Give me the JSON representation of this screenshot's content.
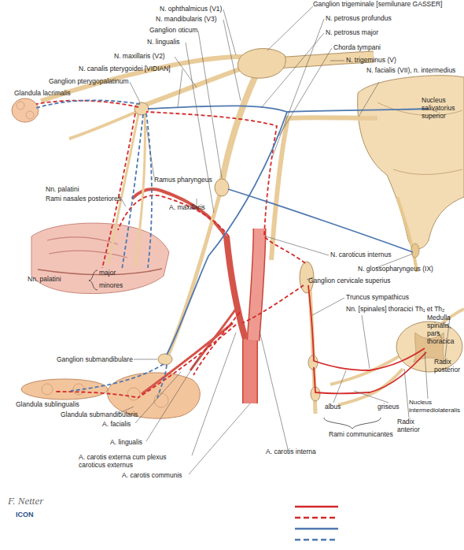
{
  "diagram": {
    "labels": [
      "Ganglion trigeminale [semilunare GASSER]",
      "N. ophthalmicus (V1)",
      "N. mandibularis (V3)",
      "N. petrosus profundus",
      "Ganglion oticum",
      "N. petrosus major",
      "N. lingualis",
      "Chorda tympani",
      "N. maxillaris (V2)",
      "N. trigeminus (V)",
      "N. canalis pterygoidei [VIDIAN]",
      "N. facialis (VII), n. intermedius",
      "Ganglion pterygopalatinum",
      "Glandula lacrimalis",
      "Nucleus salivatorius superior",
      "Ramus pharyngeus",
      "Nn. palatini",
      "Rami nasales posteriores",
      "A. maxillaris",
      "N. caroticus internus",
      "N. glossopharyngeus (IX)",
      "major",
      "Nn. palatini",
      "Ganglion cervicale superius",
      "minores",
      "Truncus sympathicus",
      "Nn. [spinales] thoracici Th₁ et Th₂",
      "Medulla spinalis, pars thoracica",
      "Ganglion submandibulare",
      "Radix posterior",
      "Glandula sublingualis",
      "albus",
      "griseus",
      "Nucleus intermediolateralis",
      "Glandula submandibularis",
      "Radix anterior",
      "A. facialis",
      "Rami communicantes",
      "A. lingualis",
      "A. carotis interna",
      "A. carotis externa cum plexus caroticus externus",
      "A. carotis communis",
      "F. Netter",
      "ICON"
    ]
  }
}
